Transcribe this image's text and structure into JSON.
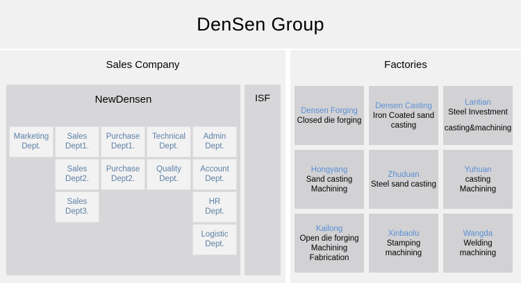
{
  "header": {
    "group_title": "DenSen Group"
  },
  "sections": {
    "sales": {
      "title": "Sales Company"
    },
    "factories": {
      "title": "Factories"
    }
  },
  "sales_company": {
    "company_title": "NewDensen",
    "isf_title": "ISF",
    "departments": [
      {
        "col": 0,
        "row": 0,
        "label_line1": "Marketing",
        "label_line2": "Dept."
      },
      {
        "col": 1,
        "row": 0,
        "label_line1": "Sales",
        "label_line2": "Dept1."
      },
      {
        "col": 2,
        "row": 0,
        "label_line1": "Purchase",
        "label_line2": "Dept1."
      },
      {
        "col": 3,
        "row": 0,
        "label_line1": "Technical",
        "label_line2": "Dept."
      },
      {
        "col": 4,
        "row": 0,
        "label_line1": "Admin",
        "label_line2": "Dept."
      },
      {
        "col": 1,
        "row": 1,
        "label_line1": "Sales",
        "label_line2": "Dept2."
      },
      {
        "col": 2,
        "row": 1,
        "label_line1": "Purchase",
        "label_line2": "Dept2."
      },
      {
        "col": 3,
        "row": 1,
        "label_line1": "Quality",
        "label_line2": "Dept."
      },
      {
        "col": 4,
        "row": 1,
        "label_line1": "Account",
        "label_line2": "Dept."
      },
      {
        "col": 1,
        "row": 2,
        "label_line1": "Sales",
        "label_line2": "Dept3."
      },
      {
        "col": 4,
        "row": 2,
        "label_line1": "HR",
        "label_line2": "Dept."
      },
      {
        "col": 4,
        "row": 3,
        "label_line1": "Logistic",
        "label_line2": "Dept."
      }
    ]
  },
  "factories": {
    "cards": [
      {
        "name": "Densen Forging",
        "desc": [
          "Closed die forging"
        ],
        "spaced": false
      },
      {
        "name": "Densen Casting",
        "desc": [
          "Iron Coated sand",
          "casting"
        ],
        "spaced": false
      },
      {
        "name": "Lantian",
        "desc": [
          "Steel Investment"
        ],
        "desc2": [
          "casting&machining"
        ],
        "spaced": true
      },
      {
        "name": "Hongyang",
        "desc": [
          "Sand casting",
          "Machining"
        ],
        "spaced": false
      },
      {
        "name": "Zhuduan",
        "desc": [
          "Steel sand casting"
        ],
        "spaced": false
      },
      {
        "name": "Yuhuan",
        "desc": [
          "casting",
          "Machining"
        ],
        "spaced": false
      },
      {
        "name": "Kailong",
        "desc": [
          "Open die forging",
          "Machining",
          "Fabrication"
        ],
        "spaced": false
      },
      {
        "name": "Xinbaolu",
        "desc": [
          "Stamping",
          "machining"
        ],
        "spaced": false
      },
      {
        "name": "Wangda",
        "desc": [
          "Welding",
          "machining"
        ],
        "spaced": false
      }
    ]
  },
  "colors": {
    "page_background": "#ffffff",
    "band_background": "#f1f1f1",
    "panel_grey": "#d7d7d9",
    "card_grey": "#d2d2d4",
    "dept_box": "#f2f2f2",
    "dept_text": "#5c7fa5",
    "factory_name_text": "#5b8fd4",
    "body_text": "#000000"
  }
}
